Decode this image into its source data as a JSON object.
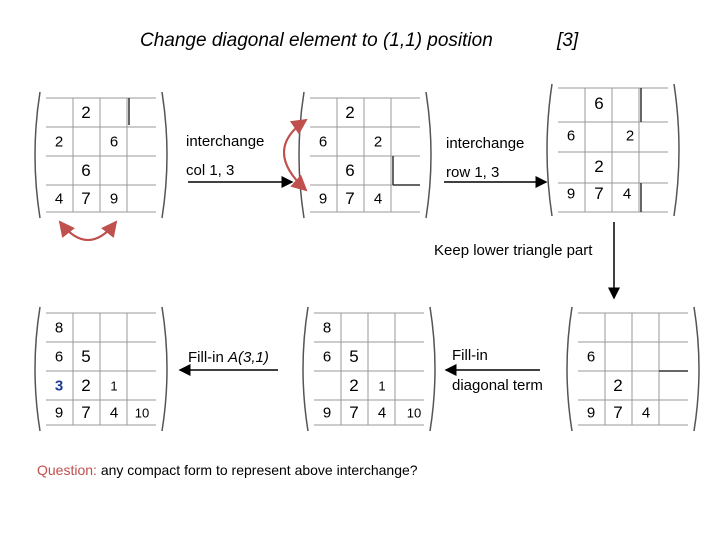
{
  "title": "Change diagonal element to (1,1) position",
  "badge": "[3]",
  "op1": {
    "line1": "interchange",
    "line2": "col 1, 3"
  },
  "op2": {
    "line1": "interchange",
    "line2": "row 1, 3"
  },
  "step3": "Keep lower triangle part",
  "fill1": {
    "text": "Fill-in",
    "emph": "A(3,1)"
  },
  "fill2": {
    "line1": "Fill-in",
    "line2": "diagonal term"
  },
  "question": {
    "label": "Question:",
    "text": " any compact form to represent above interchange?"
  },
  "colors": {
    "question_label": "#c0504d",
    "arrow": "#c0504d"
  },
  "m1": {
    "r1": "2",
    "r2a": "2",
    "r2b": "6",
    "r3": "6",
    "r4a": "4",
    "r4b": "7",
    "r4c": "9"
  },
  "m2": {
    "r1": "2",
    "r2a": "6",
    "r2b": "2",
    "r3": "6",
    "r4a": "9",
    "r4b": "7",
    "r4c": "4"
  },
  "m3": {
    "r1": "6",
    "r2a": "6",
    "r2b": "2",
    "r3": "2",
    "r4a": "9",
    "r4b": "7",
    "r4c": "4"
  },
  "m4": {
    "r1": "8",
    "r2a": "6",
    "r2b": "5",
    "r3a": "3",
    "r3b": "2",
    "r3c": "1",
    "r4a": "9",
    "r4b": "7",
    "r4c": "4",
    "r4d": "10"
  },
  "m5": {
    "r1": "8",
    "r2a": "6",
    "r2b": "5",
    "r3b": "2",
    "r3c": "1",
    "r4a": "9",
    "r4b": "7",
    "r4c": "4",
    "r4d": "10"
  },
  "m6": {
    "r2": "6",
    "r3": "2",
    "r4a": "9",
    "r4b": "7",
    "r4c": "4"
  }
}
